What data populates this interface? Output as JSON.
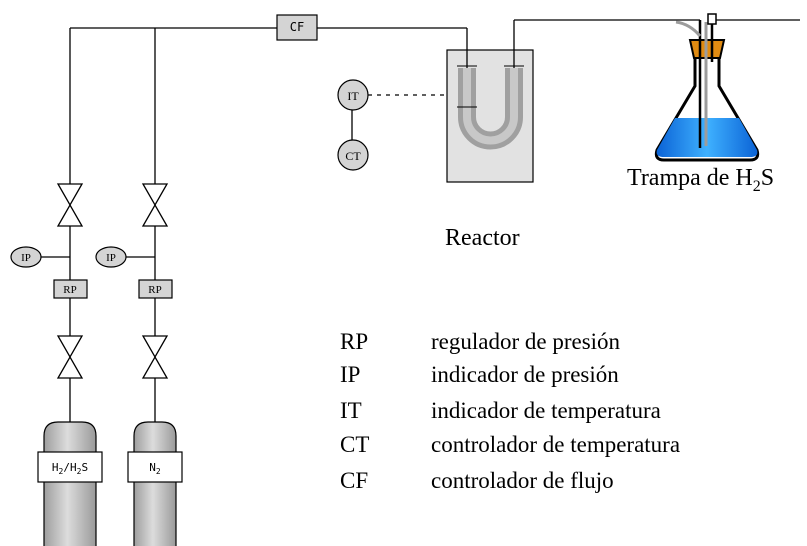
{
  "flow_controller": {
    "label": "CF"
  },
  "reactor": {
    "label": "Reactor"
  },
  "trap": {
    "label_prefix": "Trampa de H",
    "label_sub": "2",
    "label_suffix": "S"
  },
  "instruments": {
    "temperature_indicator": "IT",
    "temperature_controller": "CT",
    "pressure_indicator_left": "IP",
    "pressure_indicator_right": "IP",
    "pressure_regulator_left": "RP",
    "pressure_regulator_right": "RP"
  },
  "cylinders": {
    "left": {
      "p1": "H",
      "s1": "2",
      "p2": "/H",
      "s2": "2",
      "p3": "S"
    },
    "right": {
      "p1": "N",
      "s1": "2"
    }
  },
  "legend": [
    {
      "code": "RP",
      "description": "regulador de presión"
    },
    {
      "code": "IP",
      "description": "indicador de presión"
    },
    {
      "code": "IT",
      "description": "indicador de temperatura"
    },
    {
      "code": "CT",
      "description": "controlador de temperatura"
    },
    {
      "code": "CF",
      "description": "controlador de flujo"
    }
  ],
  "colors": {
    "line": "#000000",
    "component_fill": "#d4d4d4",
    "reactor_fill": "#e2e2e2",
    "cylinder_fill": "#c0c0c0",
    "flask_liquid": "#1f8fff",
    "stopper": "#e08b12"
  }
}
